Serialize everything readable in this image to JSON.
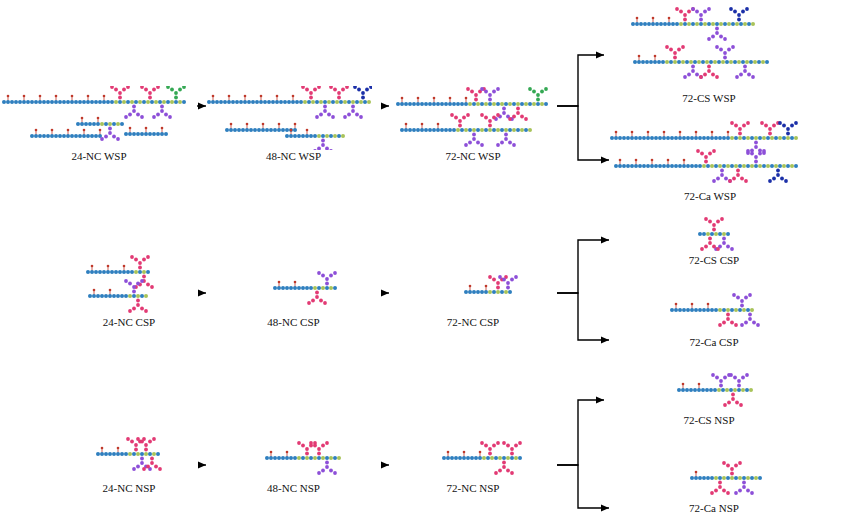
{
  "diagram": {
    "nodes": [
      {
        "text": [
          "24-NC WSP"
        ]
      },
      {
        "text": [
          "48-NC WSP"
        ]
      },
      {
        "text": [
          "72-NC WSP"
        ]
      },
      {
        "text": [
          "72-CS WSP"
        ]
      },
      {
        "text": [
          "72-Ca WSP"
        ]
      },
      {
        "text": [
          "24-NC CSP"
        ]
      },
      {
        "text": [
          "48-NC CSP"
        ]
      },
      {
        "text": [
          "72-NC CSP"
        ]
      },
      {
        "text": [
          "72-CS CSP"
        ]
      },
      {
        "text": [
          "72-Ca CSP"
        ]
      },
      {
        "text": [
          "24-NC NSP"
        ]
      },
      {
        "text": [
          "48-NC NSP"
        ]
      },
      {
        "text": [
          "72-NC NSP"
        ]
      },
      {
        "text": [
          "72-CS NSP"
        ]
      },
      {
        "text": [
          "72-Ca NSP"
        ]
      }
    ],
    "edges": [
      {
        "from": 0,
        "to": 1,
        "arrow": "to"
      },
      {
        "from": 1,
        "to": 2,
        "arrow": "to"
      },
      {
        "from": 2,
        "to": 3,
        "arrow": "to"
      },
      {
        "from": 2,
        "to": 4,
        "arrow": "to"
      },
      {
        "from": 5,
        "to": 6,
        "arrow": "to"
      },
      {
        "from": 6,
        "to": 7,
        "arrow": "to"
      },
      {
        "from": 7,
        "to": 8,
        "arrow": "to"
      },
      {
        "from": 7,
        "to": 9,
        "arrow": "to"
      },
      {
        "from": 10,
        "to": 11,
        "arrow": "to"
      },
      {
        "from": 11,
        "to": 12,
        "arrow": "to"
      },
      {
        "from": 12,
        "to": 13,
        "arrow": "to"
      },
      {
        "from": 12,
        "to": 14,
        "arrow": "to"
      }
    ]
  }
}
